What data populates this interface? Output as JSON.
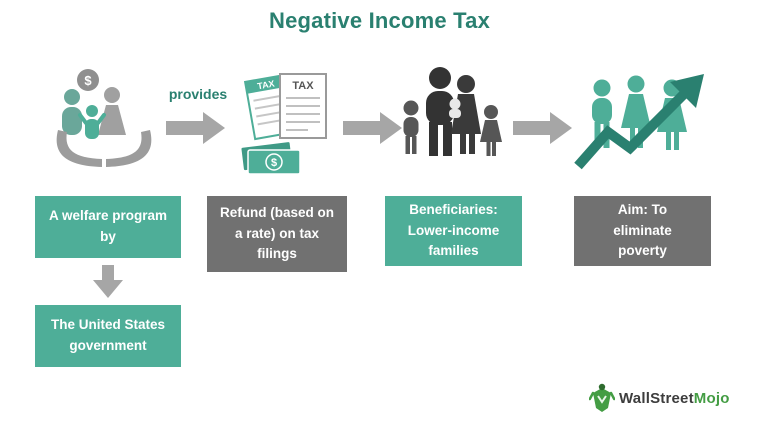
{
  "title": "Negative Income Tax",
  "flow": {
    "provides_label": "provides",
    "steps": [
      {
        "id": "welfare-program",
        "label": "A welfare program by",
        "color": "teal"
      },
      {
        "id": "refund",
        "label": "Refund (based on a rate) on tax filings",
        "color": "gray"
      },
      {
        "id": "beneficiaries",
        "label": "Beneficiaries: Lower-income families",
        "color": "teal"
      },
      {
        "id": "aim",
        "label": "Aim: To eliminate poverty",
        "color": "gray"
      }
    ],
    "sub_step": {
      "id": "us-government",
      "label": "The United States government",
      "color": "teal"
    }
  },
  "icons": [
    {
      "name": "welfare-support-icon",
      "description": "hands holding family with dollar coin"
    },
    {
      "name": "tax-refund-documents-icon",
      "description": "tax filing papers with money bills"
    },
    {
      "name": "family-beneficiaries-icon",
      "description": "lower-income family silhouettes"
    },
    {
      "name": "poverty-elimination-growth-icon",
      "description": "people with rising zigzag arrow"
    }
  ],
  "icon_texts": {
    "tax_label": "TAX",
    "dollar": "$"
  },
  "logo": {
    "brand_part1": "WallStreet",
    "brand_part2": "Mojo"
  },
  "colors": {
    "teal_box": "#4EAE98",
    "dark_teal_text": "#2a8070",
    "gray_box": "#717171",
    "arrow_gray": "#a6a6a6",
    "logo_green": "#449d44",
    "silhouette_dark": "#3a3a3a"
  }
}
